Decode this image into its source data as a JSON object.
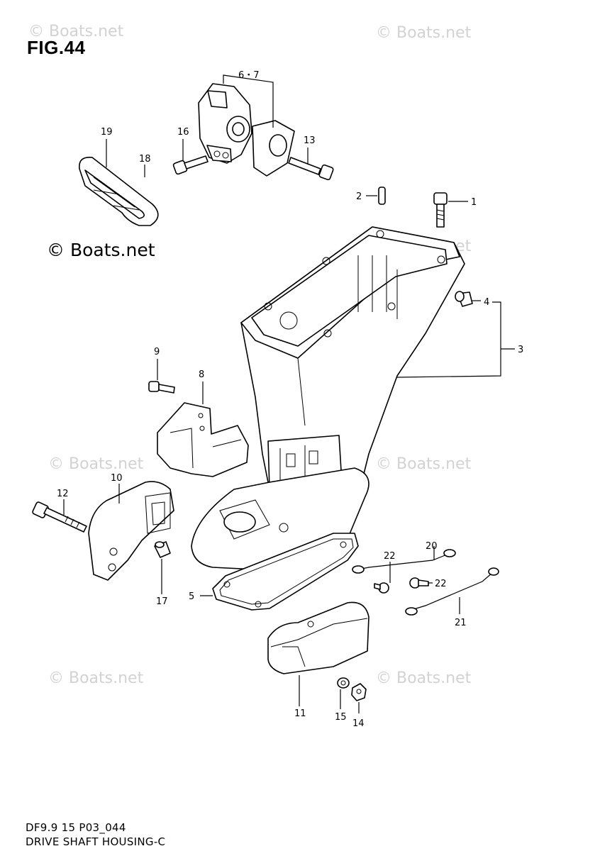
{
  "figure": {
    "title": "FIG.44",
    "model_code": "DF9.9 15 P03_044",
    "caption": "DRIVE SHAFT HOUSING-C"
  },
  "watermarks": {
    "text": "© Boats.net",
    "prominent_text": "© Boats.net"
  },
  "callouts": {
    "p1": "1",
    "p2": "2",
    "p3": "3",
    "p4": "4",
    "p5": "5",
    "p6_7": "6・7",
    "p8": "8",
    "p9": "9",
    "p10": "10",
    "p11": "11",
    "p12": "12",
    "p13": "13",
    "p14": "14",
    "p15": "15",
    "p16": "16",
    "p17": "17",
    "p18": "18",
    "p19": "19",
    "p20": "20",
    "p21": "21",
    "p22a": "22",
    "p22b": "22"
  }
}
